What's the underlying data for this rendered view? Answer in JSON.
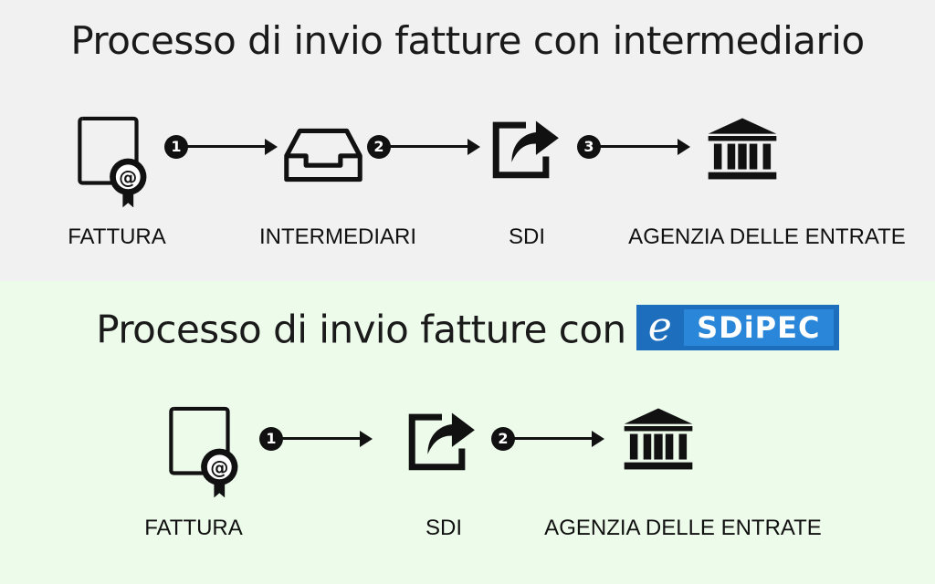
{
  "top": {
    "title": "Processo di invio fatture con intermediario",
    "steps": [
      {
        "label": "FATTURA",
        "icon": "invoice-certificate-icon"
      },
      {
        "label": "INTERMEDIARI",
        "icon": "inbox-tray-icon"
      },
      {
        "label": "SDI",
        "icon": "share-export-icon"
      },
      {
        "label": "AGENZIA DELLE ENTRATE",
        "icon": "government-building-icon"
      }
    ],
    "arrows": [
      "1",
      "2",
      "3"
    ]
  },
  "bottom": {
    "title": "Processo di invio fatture con",
    "logo": {
      "mark": "e",
      "text": "SDiPEC"
    },
    "steps": [
      {
        "label": "FATTURA",
        "icon": "invoice-certificate-icon"
      },
      {
        "label": "SDI",
        "icon": "share-export-icon"
      },
      {
        "label": "AGENZIA DELLE ENTRATE",
        "icon": "government-building-icon"
      }
    ],
    "arrows": [
      "1",
      "2"
    ]
  },
  "colors": {
    "top_background": "#f1f1f1",
    "bottom_background": "#ecfbea",
    "logo_blue": "#1d6ebd",
    "icon": "#111111"
  }
}
